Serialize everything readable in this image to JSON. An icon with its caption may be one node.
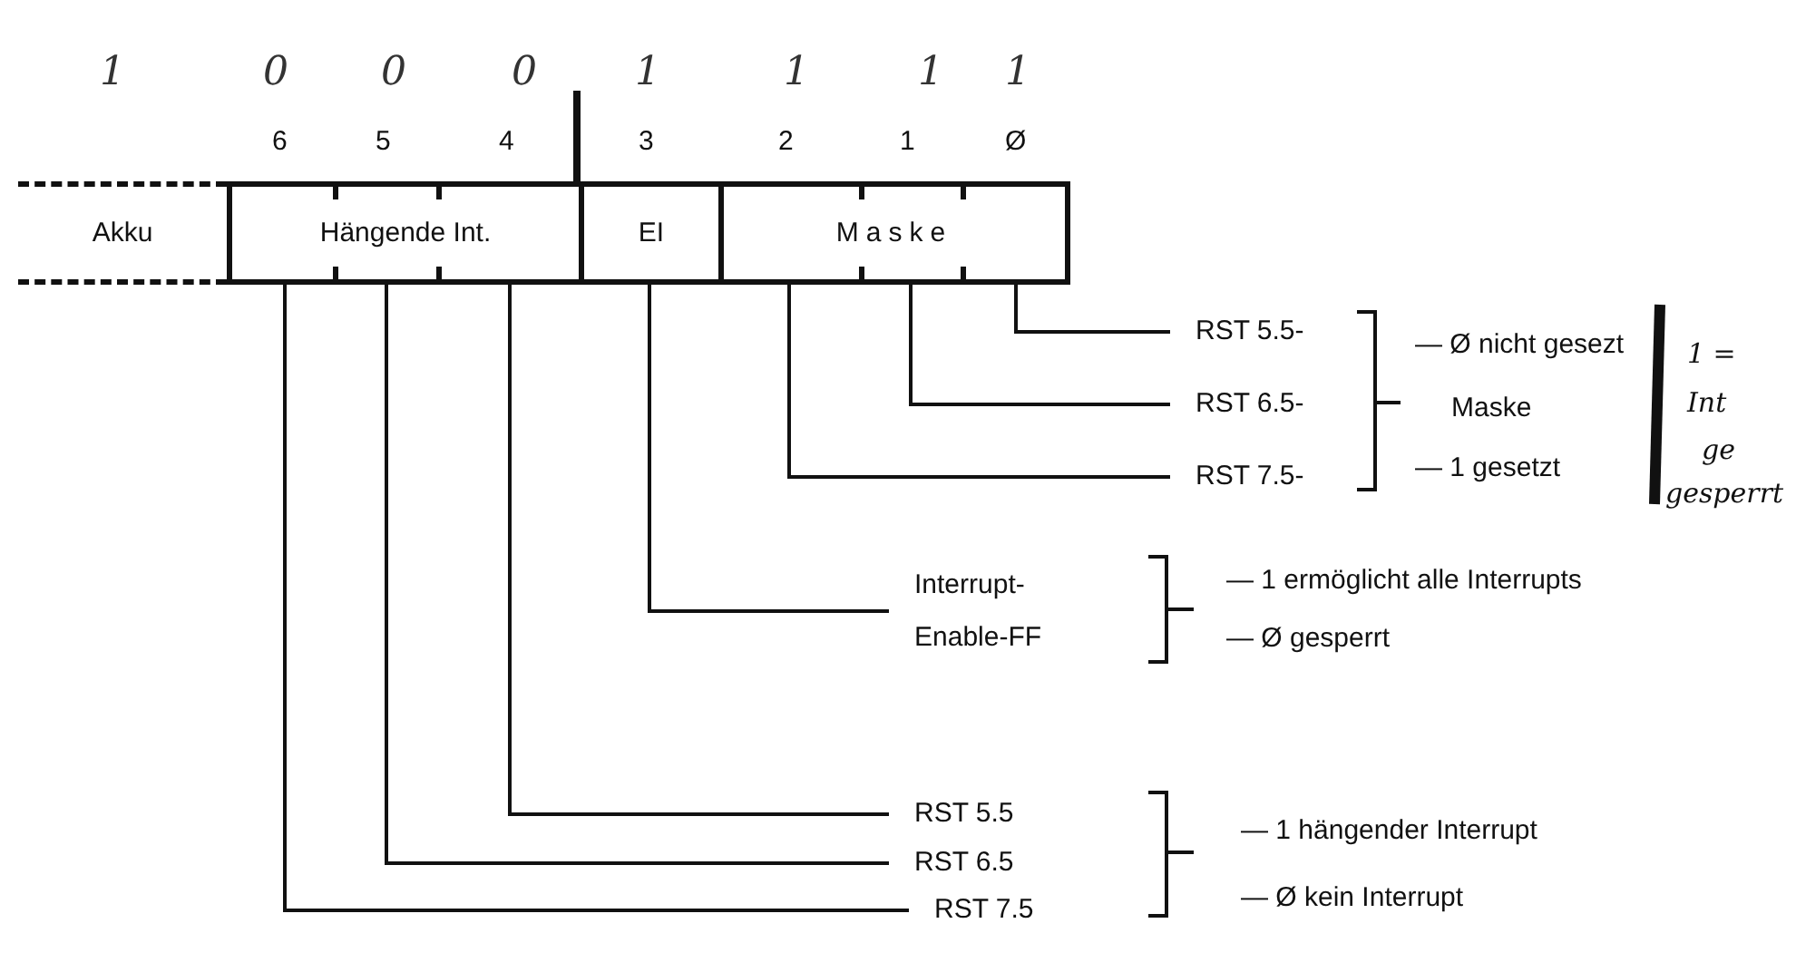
{
  "diagram": {
    "nodes": [
      {
        "text": [
          "Akku"
        ]
      },
      {
        "text": [
          "Hängende Int."
        ]
      },
      {
        "text": [
          "EI"
        ]
      },
      {
        "text": [
          "Maske"
        ]
      },
      {
        "text": [
          "RST 5.5-"
        ]
      },
      {
        "text": [
          "RST 6.5-"
        ]
      },
      {
        "text": [
          "RST 7.5-"
        ]
      },
      {
        "text": [
          "Interrupt- Enable-FF"
        ]
      },
      {
        "text": [
          "RST 5.5"
        ]
      },
      {
        "text": [
          "RST 6.5"
        ]
      },
      {
        "text": [
          "RST 7.5"
        ]
      }
    ],
    "edges": [
      {
        "from": 3,
        "to": 4,
        "arrow": "none"
      },
      {
        "from": 3,
        "to": 5,
        "arrow": "none"
      },
      {
        "from": 3,
        "to": 6,
        "arrow": "none"
      },
      {
        "from": 2,
        "to": 7,
        "arrow": "none"
      },
      {
        "from": 1,
        "to": 8,
        "arrow": "none"
      },
      {
        "from": 1,
        "to": 9,
        "arrow": "none"
      },
      {
        "from": 1,
        "to": 10,
        "arrow": "none"
      }
    ],
    "labels": [
      "1",
      "0",
      "0",
      "0",
      "1",
      "1",
      "1",
      "1",
      "6",
      "5",
      "4",
      "3",
      "2",
      "1",
      "Ø",
      "— Ø nicht gesezt",
      "Maske",
      "— 1 gesetzt",
      "1 =",
      "Int",
      "ge",
      "gesperrt",
      "— 1 ermöglicht alle Interrupts",
      "— Ø gesperrt",
      "— 1 hängender Interrupt",
      "— Ø kein Interrupt"
    ]
  }
}
